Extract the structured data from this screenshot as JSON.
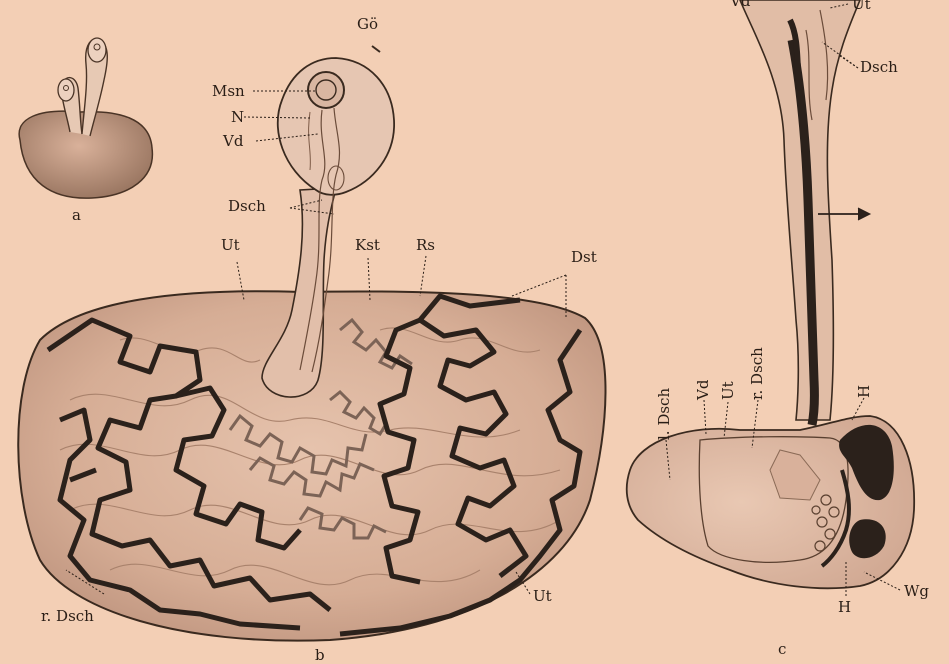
{
  "figure": {
    "panels": {
      "a": {
        "caption": "a"
      },
      "b": {
        "caption": "b",
        "labels": {
          "go": "Gö",
          "msn": "Msn",
          "n": "N",
          "vd": "Vd",
          "dsch": "Dsch",
          "ut_top": "Ut",
          "kst": "Kst",
          "rs": "Rs",
          "dst": "Dst",
          "ut_bottom": "Ut",
          "r_dsch": "r. Dsch"
        }
      },
      "c": {
        "caption": "c",
        "labels": {
          "ut_top": "Ut",
          "dsch_top": "Dsch",
          "l_dsch": "l. Dsch",
          "vd": "Vd",
          "ut": "Ut",
          "r_dsch": "r. Dsch",
          "h_top": "H",
          "h_bottom": "H",
          "wg": "Wg",
          "vd_partial": "Vd"
        }
      }
    },
    "colors": {
      "paper": "#f3cfb5",
      "ink": "#2a1e16",
      "tissue": "#dcb39c",
      "tissue_dark": "#c79f88",
      "vessel": "#2b211b"
    }
  }
}
